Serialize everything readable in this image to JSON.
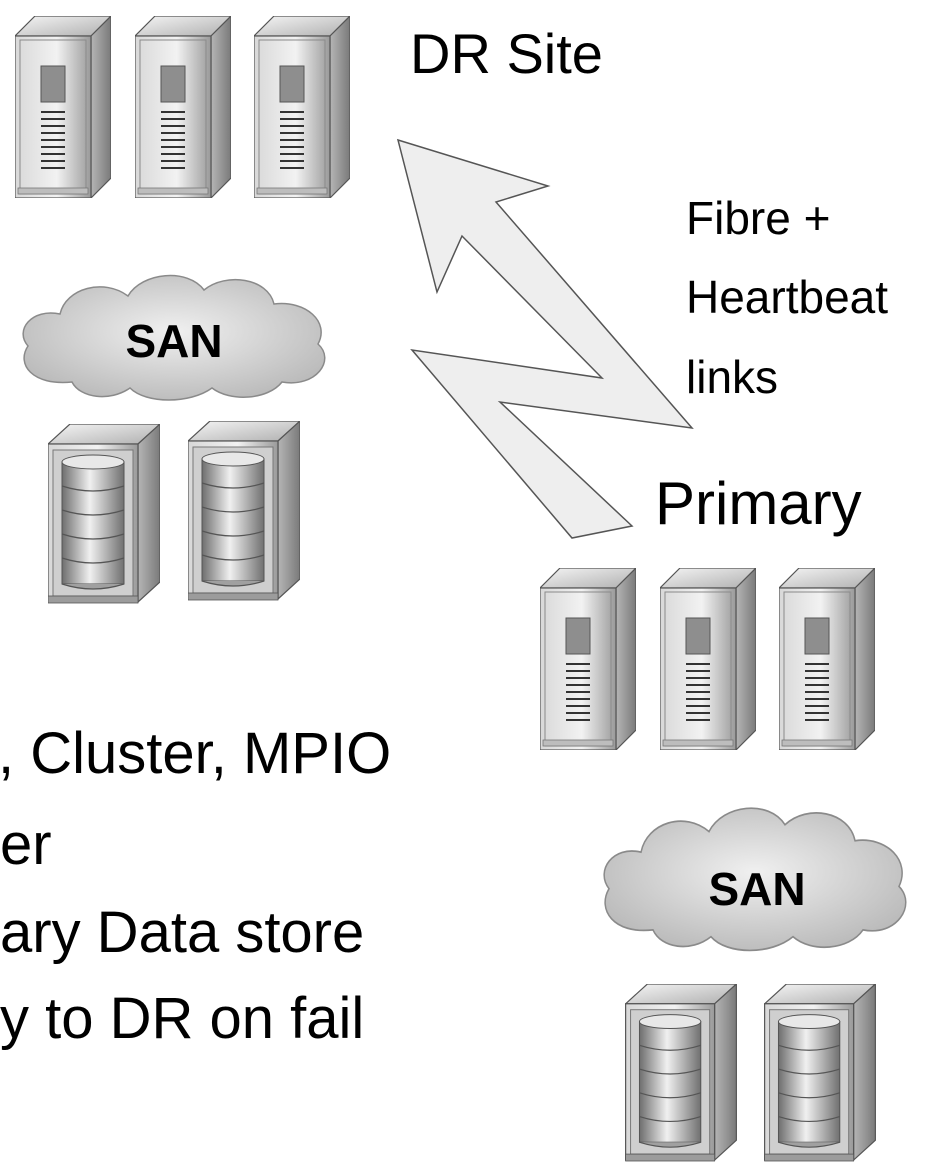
{
  "sites": {
    "dr": {
      "label": "DR Site"
    },
    "primary": {
      "label": "Primary"
    }
  },
  "links": {
    "lines": [
      "Fibre +",
      "Heartbeat",
      "links"
    ]
  },
  "san": {
    "label": "SAN"
  },
  "bullets": [
    ", Cluster, MPIO",
    "er",
    "ary Data store",
    "y to DR on fail"
  ],
  "icons": {
    "server": "server-rack-icon",
    "storage": "storage-array-icon",
    "cloud": "san-cloud-icon",
    "arrow": "zigzag-arrow-icon"
  },
  "colors": {
    "metal_light": "#e6e6e6",
    "metal_dark": "#8c8c8c",
    "cloud_fill": "#dcdcdc",
    "arrow_fill": "#eeeeee",
    "outline": "#555555"
  }
}
